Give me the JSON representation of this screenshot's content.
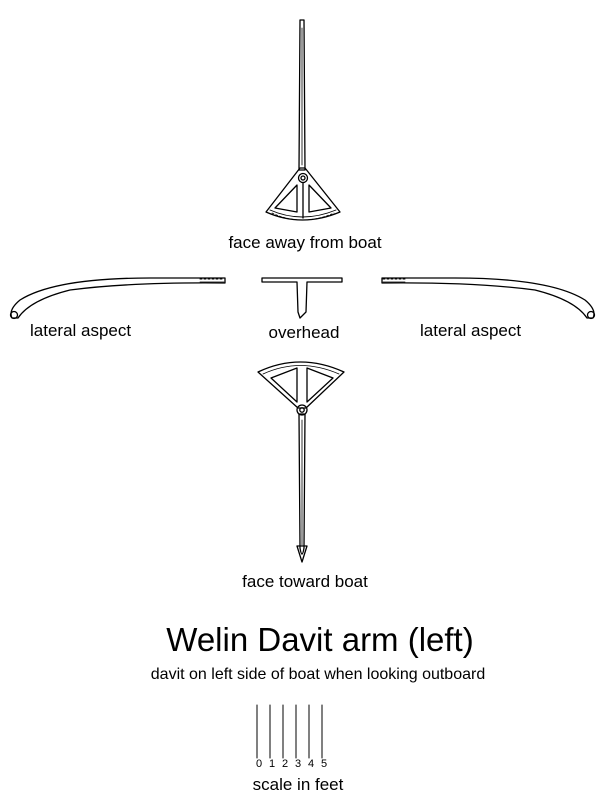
{
  "labels": {
    "face_away": "face away from boat",
    "lateral_left": "lateral aspect",
    "overhead": "overhead",
    "lateral_right": "lateral aspect",
    "face_toward": "face toward boat"
  },
  "title": "Welin Davit arm (left)",
  "subtitle": "davit on left side of boat when looking outboard",
  "scale": {
    "caption": "scale in feet",
    "ticks": [
      "0",
      "1",
      "2",
      "3",
      "4",
      "5"
    ]
  },
  "colors": {
    "ink": "#000000",
    "background": "#ffffff"
  }
}
